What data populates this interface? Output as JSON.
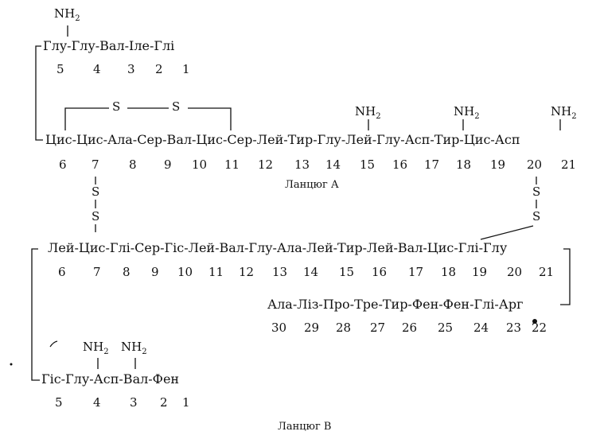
{
  "chain_a": {
    "top_row": {
      "sequence": "Глу-Глу-Вал-Іле-Глі",
      "numbers": [
        "5",
        "4",
        "3",
        "2",
        "1"
      ]
    },
    "main_row": {
      "sequence": "Цис-Цис-Ала-Сер-Вал-Цис-Сер-Лей-Тир-Глу-Лей-Глу-Асп-Тир-Цис-Асп",
      "numbers": [
        "6",
        "7",
        "8",
        "9",
        "10",
        "11",
        "12",
        "13",
        "14",
        "15",
        "16",
        "17",
        "18",
        "19",
        "20",
        "21"
      ]
    },
    "label": "Ланцюг А"
  },
  "chain_b": {
    "main_row": {
      "sequence": "Лей-Цис-Глі-Сер-Гіс-Лей-Вал-Глу-Ала-Лей-Тир-Лей-Вал-Цис-Глі-Глу",
      "numbers": [
        "6",
        "7",
        "8",
        "9",
        "10",
        "11",
        "12",
        "13",
        "14",
        "15",
        "16",
        "17",
        "18",
        "19",
        "20",
        "21"
      ]
    },
    "tail_row": {
      "sequence": "Ала-Ліз-Про-Тре-Тир-Фен-Фен-Глі-Арг",
      "numbers": [
        "30",
        "29",
        "28",
        "27",
        "26",
        "25",
        "24",
        "23",
        "22"
      ]
    },
    "bottom_row": {
      "sequence": "Гіс-Глу-Асп-Вал-Фен",
      "numbers": [
        "5",
        "4",
        "3",
        "2",
        "1"
      ]
    },
    "label": "Ланцюг В"
  },
  "groups": {
    "nh2": "NH",
    "nh2_sub": "2"
  },
  "bonds": {
    "sulfur": "S"
  }
}
